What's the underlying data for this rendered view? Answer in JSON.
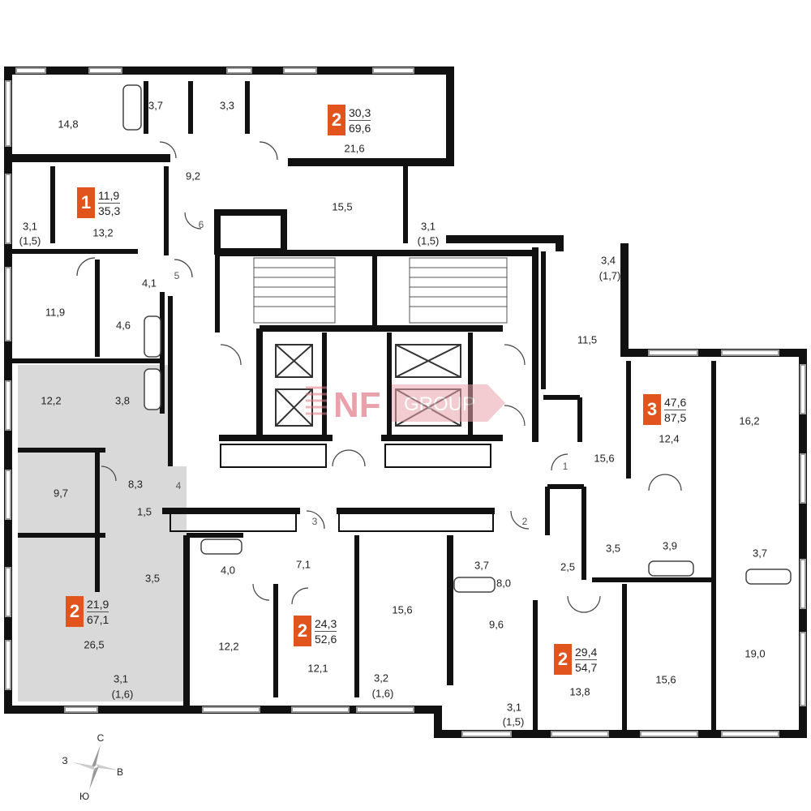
{
  "apartments": [
    {
      "id": "apt-1",
      "rooms": "1",
      "living": "11,9",
      "total": "35,3"
    },
    {
      "id": "apt-2a",
      "rooms": "2",
      "living": "30,3",
      "total": "69,6"
    },
    {
      "id": "apt-3",
      "rooms": "3",
      "living": "47,6",
      "total": "87,5"
    },
    {
      "id": "apt-2b",
      "rooms": "2",
      "living": "21,9",
      "total": "67,1"
    },
    {
      "id": "apt-2c",
      "rooms": "2",
      "living": "24,3",
      "total": "52,6"
    },
    {
      "id": "apt-2d",
      "rooms": "2",
      "living": "29,4",
      "total": "54,7"
    }
  ],
  "room_labels": [
    "14,8",
    "3,7",
    "3,3",
    "21,6",
    "9,2",
    "13,2",
    "15,5",
    "3,1",
    "(1,5)",
    "3,1",
    "(1,5)",
    "11,9",
    "4,1",
    "4,6",
    "3,4",
    "(1,7)",
    "11,5",
    "12,2",
    "3,8",
    "12,4",
    "16,2",
    "15,6",
    "9,7",
    "8,3",
    "1,5",
    "3,5",
    "3,9",
    "3,7",
    "3,5",
    "4,0",
    "7,1",
    "3,7",
    "2,5",
    "8,0",
    "26,5",
    "12,2",
    "12,1",
    "15,6",
    "9,6",
    "13,8",
    "15,6",
    "19,0",
    "3,1",
    "(1,6)",
    "3,2",
    "(1,6)",
    "3,1",
    "(1,5)"
  ],
  "door_numbers": [
    "1",
    "2",
    "3",
    "4",
    "5",
    "6"
  ],
  "watermark": {
    "brand": "NF",
    "suffix": "GROUP"
  },
  "compass": {
    "north": "С",
    "east": "В",
    "south": "Ю",
    "west": "З"
  },
  "colors": {
    "accent": "#e2541e",
    "wall": "#111111",
    "highlight": "#d9d9d9"
  }
}
